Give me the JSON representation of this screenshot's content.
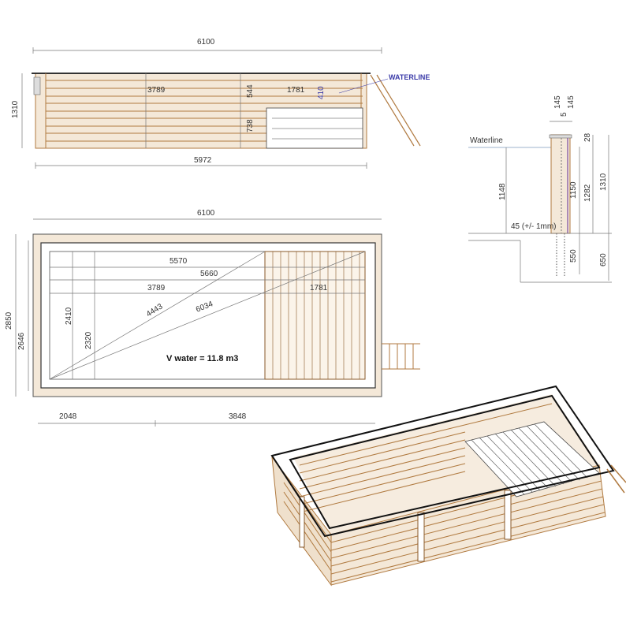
{
  "side_elevation": {
    "overall_length_top": "6100",
    "overall_height": "1310",
    "deep_section_length": "3789",
    "step_height_upper": "544",
    "shallow_section_length": "1781",
    "waterline_offset": "410",
    "step_height_lower": "738",
    "base_length": "5972",
    "waterline_label": "WATERLINE"
  },
  "wall_section": {
    "wall_top_left": "145",
    "wall_gap": "5",
    "wall_top_right": "145",
    "coping_height": "28",
    "waterline_label": "Waterline",
    "water_depth": "1148",
    "inner_height": "1150",
    "wall_height": "1282",
    "total_height": "1310",
    "liner_tolerance": "45 (+/- 1mm)",
    "post_depth": "550",
    "foundation_depth": "650"
  },
  "plan_view": {
    "overall_length": "6100",
    "overall_width": "2850",
    "inner_width": "2646",
    "inner_length_a": "5570",
    "inner_length_b": "5660",
    "deep_length": "3789",
    "shallow_length": "1781",
    "width_a": "2410",
    "width_b": "2320",
    "diagonal_a": "4443",
    "diagonal_b": "6034",
    "volume_label": "V water = 11.8 m3",
    "post_spacing_left": "2048",
    "post_spacing_right": "3848"
  },
  "colors": {
    "wood": "#b07a40",
    "wood_fill": "#f4e8d8",
    "dimension_line": "#777777",
    "waterline_blue": "#3a3aa8"
  }
}
